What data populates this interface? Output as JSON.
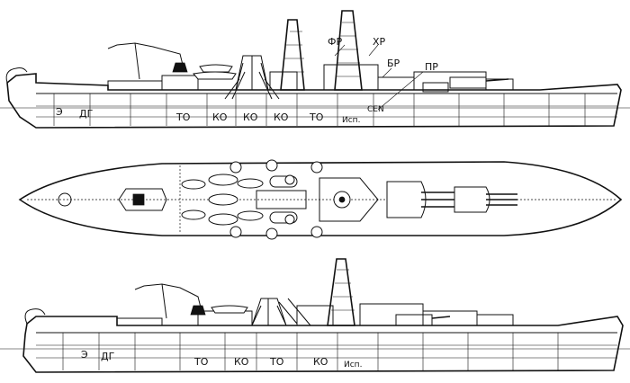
{
  "views": {
    "upper": {
      "compartments": [
        "Э",
        "ДГ",
        "ТО",
        "КО",
        "КО",
        "КО",
        "ТО",
        "Исп."
      ],
      "callouts": [
        "ФР",
        "ХР",
        "БР",
        "ПР",
        "СЕN"
      ]
    },
    "lower": {
      "compartments": [
        "Э",
        "ДГ",
        "ТО",
        "КО",
        "ТО",
        "КО",
        "Исп."
      ]
    }
  }
}
